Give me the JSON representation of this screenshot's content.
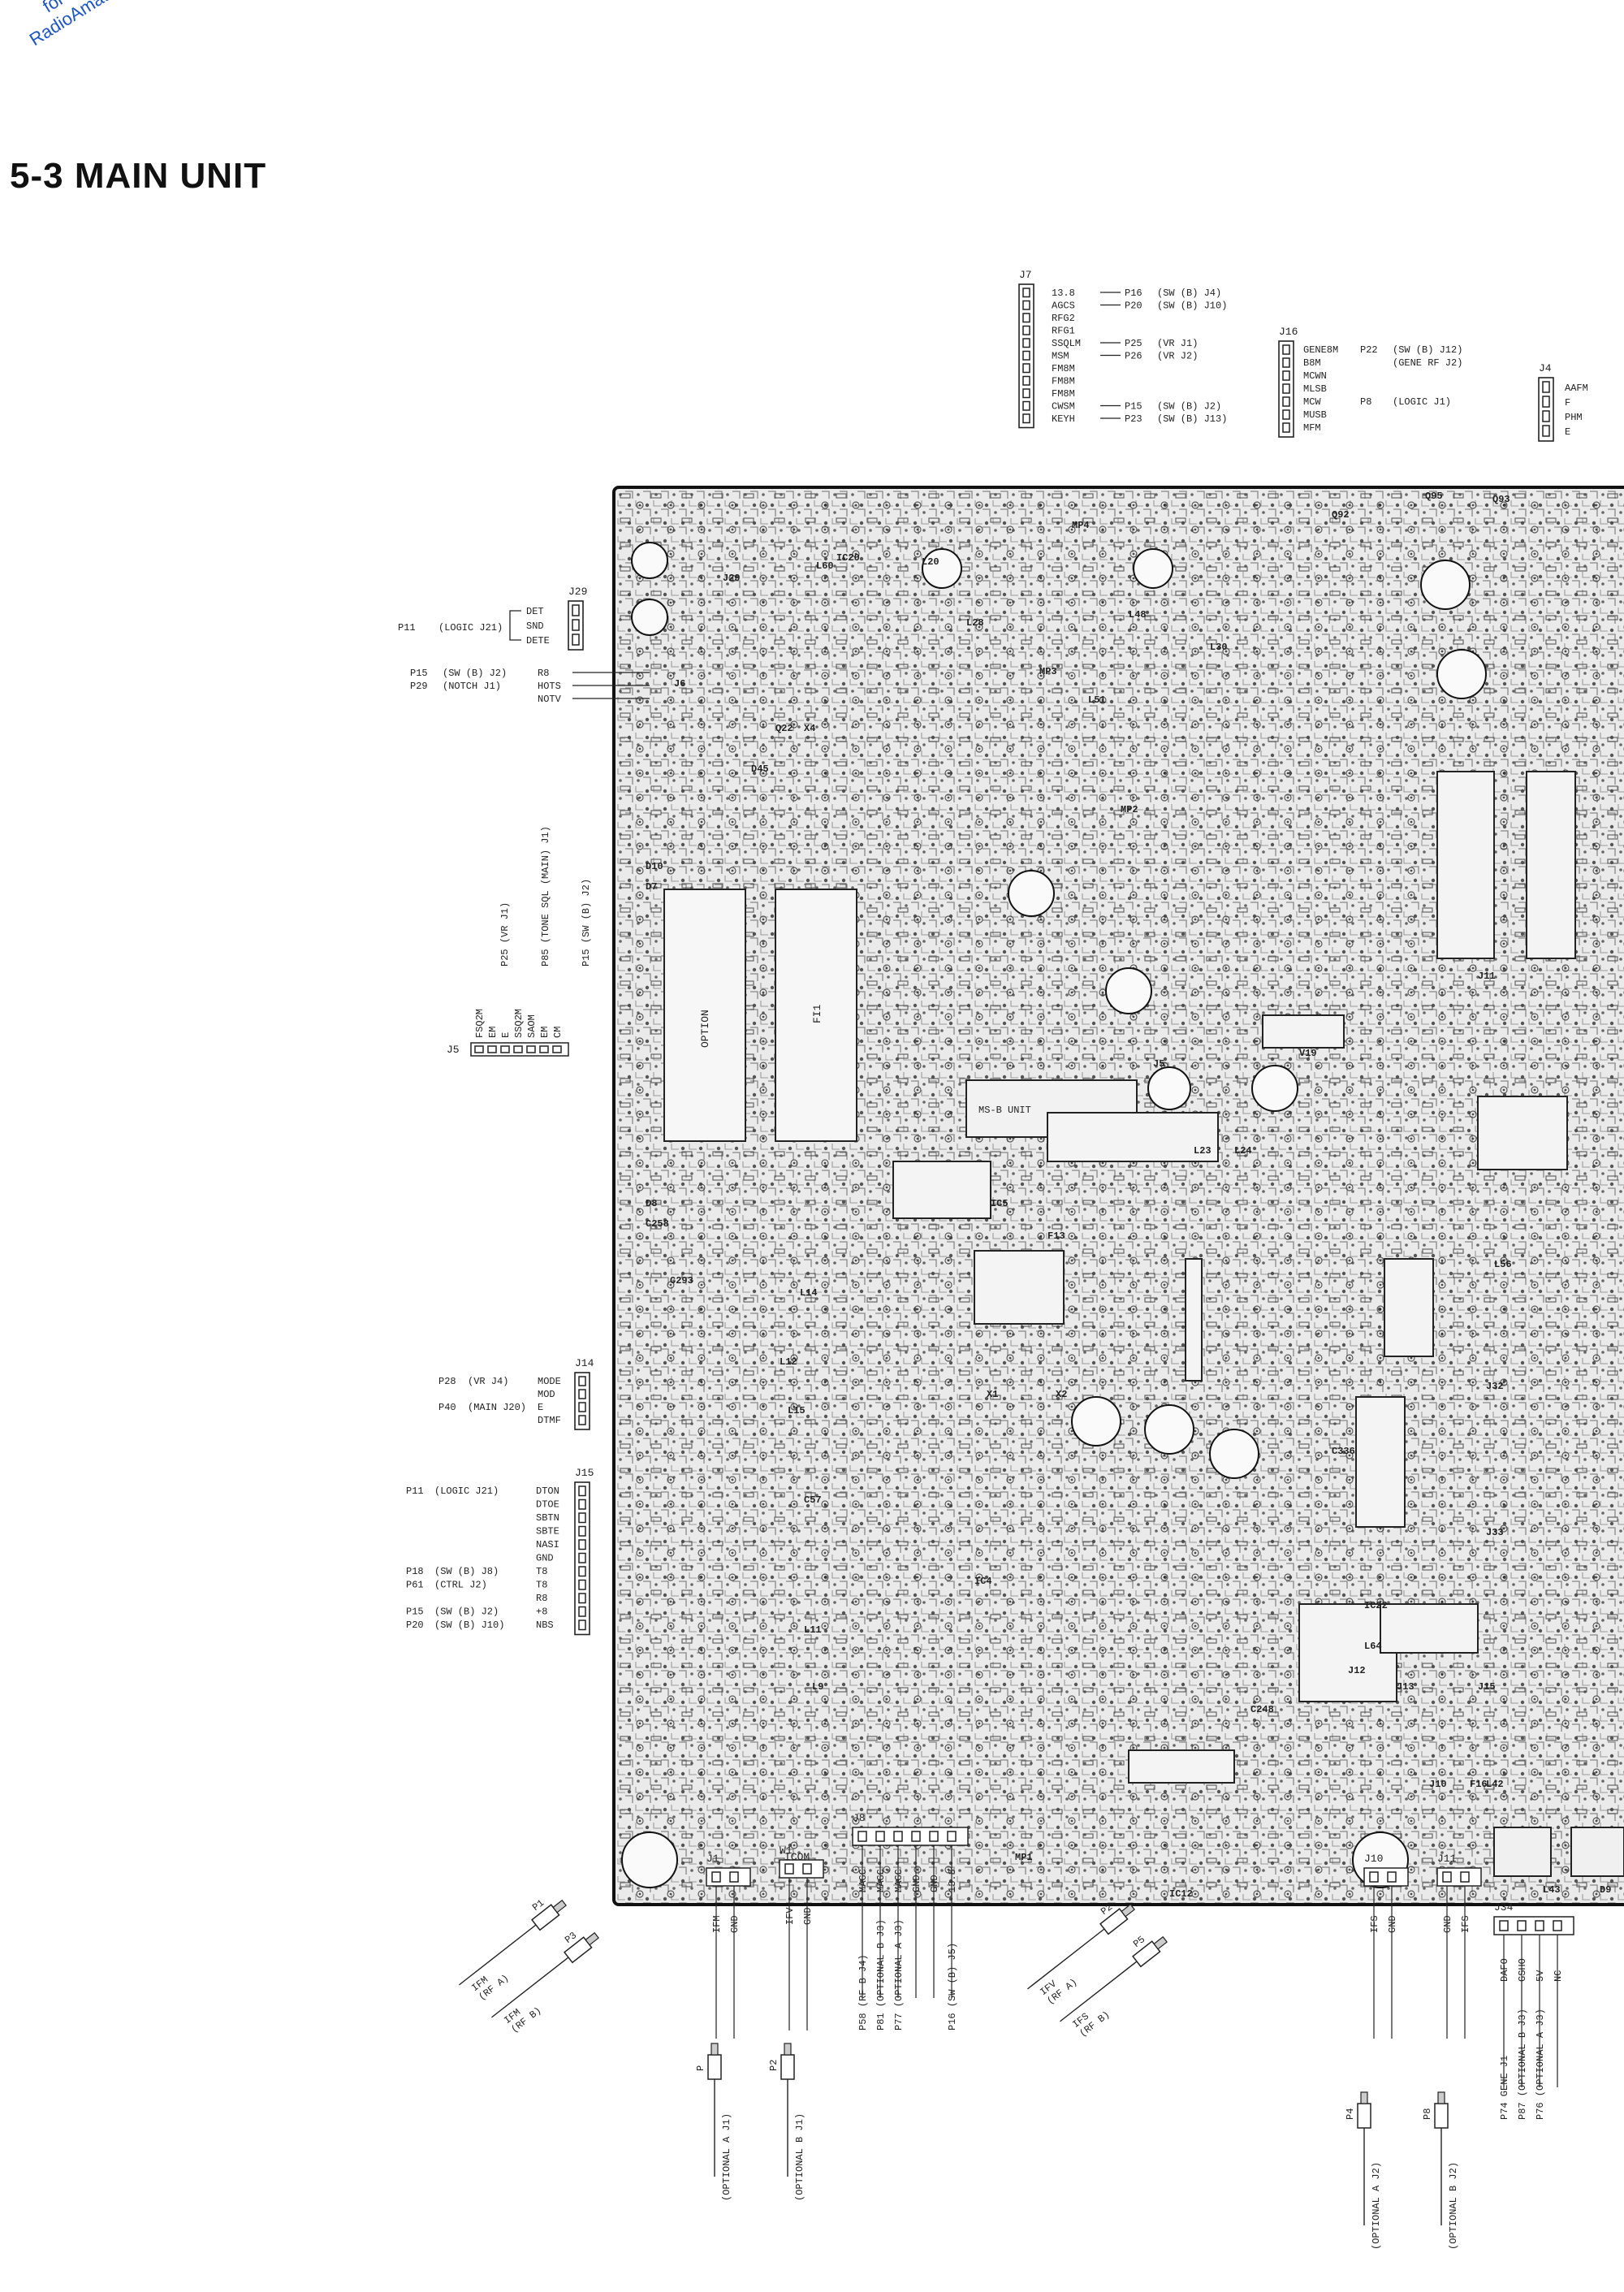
{
  "watermark": {
    "line1": "for free by",
    "line2": "RadioAmateur.eu"
  },
  "page_title": "5-3 MAIN UNIT",
  "board_logo": "ICOM",
  "board_parts": {
    "option_filter": "OPTION",
    "filter_fi1": "FI1",
    "submodule": "MS-B UNIT",
    "refs": [
      "J29",
      "J6",
      "X4",
      "L60",
      "IC20",
      "L20",
      "L28",
      "MP4",
      "Q92",
      "Q95",
      "Q93",
      "L48",
      "L30",
      "L51",
      "MP3",
      "MP2",
      "Q22",
      "D45",
      "J5",
      "V19",
      "L23",
      "L24",
      "F13",
      "IC5",
      "IC4",
      "L9",
      "L11",
      "L12",
      "L14",
      "L15",
      "C57",
      "X1",
      "X2",
      "L64",
      "IC22",
      "J12",
      "J13",
      "J15",
      "J33",
      "L56",
      "MP1",
      "IC12",
      "J32",
      "J11",
      "J10",
      "F16",
      "L42",
      "L43",
      "D9",
      "D10",
      "D7",
      "D8",
      "C258",
      "C293",
      "C336",
      "C248"
    ]
  },
  "connectors": {
    "j7": {
      "title": "J7",
      "rows": [
        {
          "pin": "13.8",
          "net": "P16",
          "dest": "(SW (B) J4)"
        },
        {
          "pin": "AGCS",
          "net": "P20",
          "dest": "(SW (B) J10)"
        },
        {
          "pin": "RFG2",
          "net": "",
          "dest": ""
        },
        {
          "pin": "RFG1",
          "net": "",
          "dest": ""
        },
        {
          "pin": "SSQLM",
          "net": "P25",
          "dest": "(VR J1)"
        },
        {
          "pin": "MSM",
          "net": "P26",
          "dest": "(VR J2)"
        },
        {
          "pin": "FM8M",
          "net": "",
          "dest": ""
        },
        {
          "pin": "FM8M",
          "net": "",
          "dest": ""
        },
        {
          "pin": "FM8M",
          "net": "",
          "dest": ""
        },
        {
          "pin": "CWSM",
          "net": "P15",
          "dest": "(SW (B) J2)"
        },
        {
          "pin": "KEYH",
          "net": "P23",
          "dest": "(SW (B) J13)"
        }
      ]
    },
    "j16": {
      "title": "J16",
      "rows": [
        {
          "pin": "GENE8M",
          "net": "P22",
          "dest": "(SW (B) J12)"
        },
        {
          "pin": "B8M",
          "net": "",
          "dest": "(GENE RF J2)"
        },
        {
          "pin": "MCWN",
          "net": "",
          "dest": ""
        },
        {
          "pin": "MLSB",
          "net": "",
          "dest": ""
        },
        {
          "pin": "MCW",
          "net": "P8",
          "dest": "(LOGIC J1)"
        },
        {
          "pin": "MUSB",
          "net": "",
          "dest": ""
        },
        {
          "pin": "MFM",
          "net": "",
          "dest": ""
        }
      ]
    },
    "j4": {
      "title": "J4",
      "rows": [
        "AAFM",
        "F",
        "PHM",
        "E"
      ]
    },
    "j29": {
      "title": "J29",
      "net": "P11",
      "dest": "(LOGIC J21)",
      "rows": [
        "DET",
        "SND",
        "DETE"
      ]
    },
    "j6": {
      "rows": [
        {
          "net": "P15",
          "dest": "(SW (B) J2)",
          "pin": "R8"
        },
        {
          "net": "P29",
          "dest": "(NOTCH J1)",
          "pin": "HOTS"
        },
        {
          "net": "",
          "dest": "",
          "pin": "NOTV"
        }
      ]
    },
    "j5_left": {
      "title": "J5",
      "pins": [
        "FSQ2M",
        "EM",
        "E",
        "SSQ2M",
        "SAOM",
        "EM",
        "CM"
      ],
      "nets": [
        {
          "net": "P25",
          "dest": "(VR J1)"
        },
        {
          "net": "P85",
          "dest": "(TONE SQL (MAIN) J1)"
        },
        {
          "net": "P15",
          "dest": "(SW (B) J2)"
        }
      ]
    },
    "j14": {
      "title": "J14",
      "rows": [
        {
          "net": "P28",
          "dest": "(VR J4)",
          "pin": "MODE"
        },
        {
          "net": "",
          "dest": "",
          "pin": "MOD"
        },
        {
          "net": "P40",
          "dest": "(MAIN J20)",
          "pin": "E"
        },
        {
          "net": "",
          "dest": "",
          "pin": "DTMF"
        }
      ]
    },
    "j15": {
      "title": "J15",
      "rows": [
        {
          "net": "P11",
          "dest": "(LOGIC J21)",
          "pin": "DTON"
        },
        {
          "net": "",
          "dest": "",
          "pin": "DTOE"
        },
        {
          "net": "",
          "dest": "",
          "pin": "SBTN"
        },
        {
          "net": "",
          "dest": "",
          "pin": "SBTE"
        },
        {
          "net": "",
          "dest": "",
          "pin": "NASI"
        },
        {
          "net": "",
          "dest": "",
          "pin": "GND"
        },
        {
          "net": "P18",
          "dest": "(SW (B) J8)",
          "pin": "T8"
        },
        {
          "net": "P61",
          "dest": "(CTRL J2)",
          "pin": "T8"
        },
        {
          "net": "",
          "dest": "",
          "pin": "R8"
        },
        {
          "net": "P15",
          "dest": "(SW (B) J2)",
          "pin": "+8"
        },
        {
          "net": "P20",
          "dest": "(SW (B) J10)",
          "pin": "NBS"
        }
      ]
    },
    "j1": {
      "title": "J1",
      "pins": [
        "IFM",
        "GND"
      ]
    },
    "w1": {
      "title": "W1",
      "pins": [
        "IFV",
        "GND"
      ]
    },
    "j8": {
      "title": "J8",
      "pins": [
        "MAGC",
        "MAGC",
        "MAGC",
        "GND",
        "GND",
        "13.8"
      ],
      "nets": [
        "P58  (RF B J4)",
        "P81  (OPTIONAL B J3)",
        "P77  (OPTIONAL A J3)",
        "",
        "",
        "P16  (SW (B) J5)"
      ]
    },
    "j10": {
      "title": "J10",
      "pins": [
        "IFS",
        "GND"
      ]
    },
    "j11": {
      "title": "J11",
      "pins": [
        "GND",
        "IFS"
      ]
    },
    "j34": {
      "title": "J34",
      "pins": [
        "DAFO",
        "GSHO",
        "5V",
        "NC"
      ],
      "nets": [
        "P74  GENE J1",
        "P87  (OPTIONAL B J3)",
        "P76  (OPTIONAL A J3)"
      ]
    }
  },
  "cables": {
    "p1": {
      "plug": "P1",
      "labels": [
        "IFM",
        "(RF A)"
      ]
    },
    "p3": {
      "plug": "P3",
      "labels": [
        "IFM",
        "(RF B)"
      ]
    },
    "p2": {
      "plug": "P2",
      "labels": [
        "IFV",
        "(RF A)"
      ]
    },
    "p5": {
      "plug": "P5",
      "labels": [
        "IFS",
        "(RF B)"
      ]
    },
    "p_opt_a": {
      "plug": "P",
      "label": "(OPTIONAL A J1)"
    },
    "p_opt_b": {
      "plug": "P2",
      "label": "(OPTIONAL B J1)"
    },
    "p_opt_a2": {
      "plug": "P4",
      "label": "(OPTIONAL A J2)"
    },
    "p_opt_b2": {
      "plug": "P8",
      "label": "(OPTIONAL B J2)"
    }
  }
}
